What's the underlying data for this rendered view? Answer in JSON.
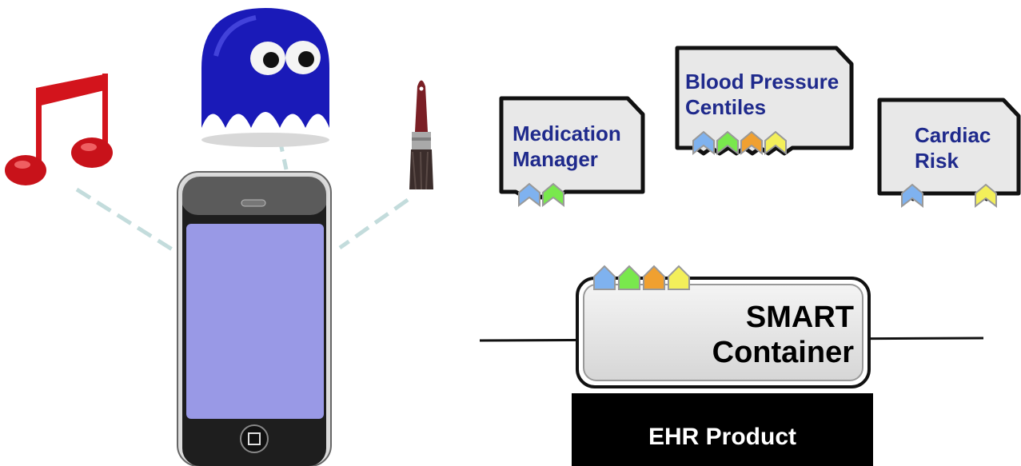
{
  "apps": {
    "medication_manager": {
      "line1": "Medication",
      "line2": "Manager"
    },
    "blood_pressure": {
      "line1": "Blood Pressure",
      "line2": "Centiles"
    },
    "cardiac_risk": {
      "line1": "Cardiac",
      "line2": "Risk"
    }
  },
  "container": {
    "line1": "SMART",
    "line2": "Container"
  },
  "ehr": {
    "label": "EHR Product"
  },
  "colors": {
    "connector_blue": "#7fb2ef",
    "connector_green": "#79e84d",
    "connector_orange": "#f0a030",
    "connector_yellow": "#f3ef5a",
    "app_text": "#1f2a8c",
    "phone_screen": "#9999e6",
    "dashed_link": "#c3dcdc"
  },
  "icons": [
    "music-note-icon",
    "ghost-icon",
    "paintbrush-icon",
    "smartphone-icon"
  ]
}
